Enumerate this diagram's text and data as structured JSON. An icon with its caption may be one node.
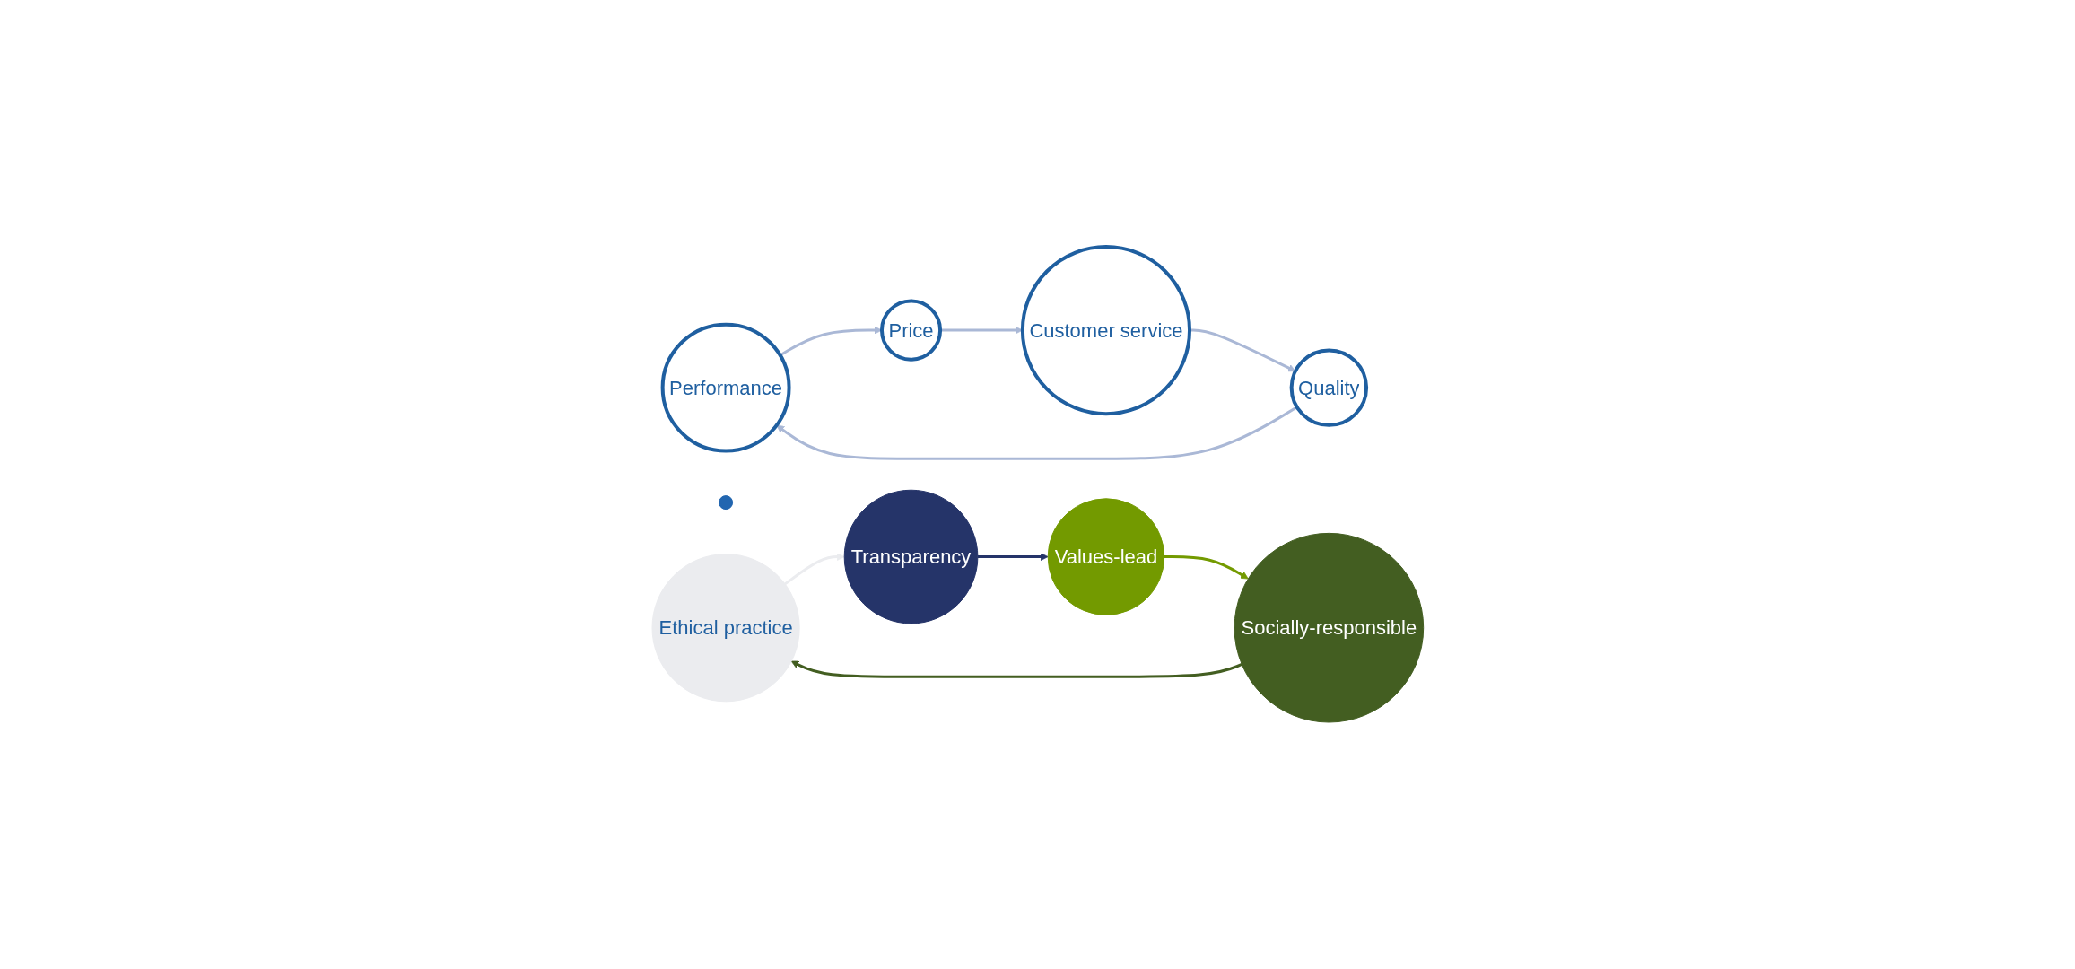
{
  "diagram": {
    "nodes": [
      {
        "text": [
          "Performance"
        ]
      },
      {
        "text": [
          "Price"
        ]
      },
      {
        "text": [
          "Customer service"
        ]
      },
      {
        "text": [
          "Quality"
        ]
      },
      {
        "text": [],
        "shape": "circle"
      },
      {
        "text": [
          "Ethical practice"
        ]
      },
      {
        "text": [
          "Transparency"
        ]
      },
      {
        "text": [
          "Values-lead"
        ]
      },
      {
        "text": [
          "Socially-responsible"
        ]
      }
    ],
    "edges": [
      {
        "from": 3,
        "to": 0,
        "arrow": "to"
      },
      {
        "from": 0,
        "to": 1,
        "arrow": "to"
      },
      {
        "from": 1,
        "to": 2,
        "arrow": "to"
      },
      {
        "from": 2,
        "to": 3,
        "arrow": "to"
      },
      {
        "from": 5,
        "to": 6,
        "arrow": "to",
        "color": "#ebecef"
      },
      {
        "from": 6,
        "to": 7,
        "arrow": "to",
        "color": "#253469"
      },
      {
        "from": 7,
        "to": 8,
        "arrow": "to",
        "color": "#739a00"
      },
      {
        "from": 8,
        "to": 5,
        "arrow": "to",
        "color": "#435e21"
      }
    ]
  }
}
